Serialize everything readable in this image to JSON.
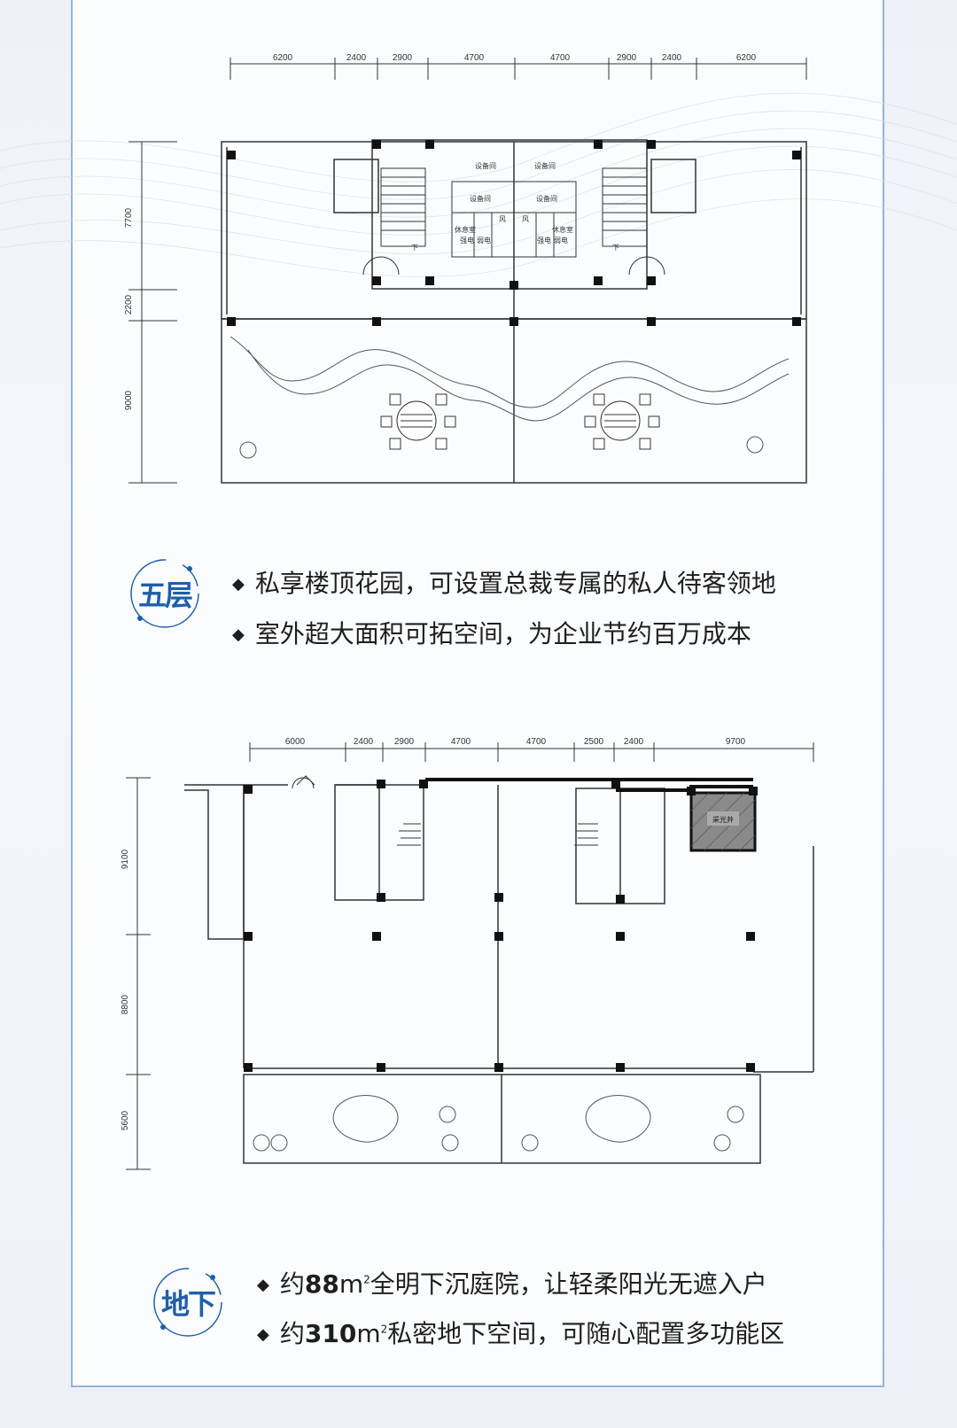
{
  "floor5": {
    "badge": "五层",
    "dims_top": [
      "6200",
      "2400",
      "2900",
      "4700",
      "4700",
      "2900",
      "2400",
      "6200"
    ],
    "dims_left": [
      "7700",
      "2200",
      "9000"
    ],
    "room_labels": [
      "设备间",
      "设备间",
      "设备间",
      "设备间",
      "风",
      "风",
      "休息室",
      "休息室",
      "强电",
      "弱电",
      "强电",
      "弱电",
      "下",
      "下"
    ],
    "bullets": [
      "私享楼顶花园，可设置总裁专属的私人待客领地",
      "室外超大面积可拓空间，为企业节约百万成本"
    ]
  },
  "basement": {
    "badge": "地下",
    "dims_top": [
      "6000",
      "2400",
      "2900",
      "4700",
      "4700",
      "2500",
      "2400",
      "9700"
    ],
    "dims_left": [
      "9100",
      "8800",
      "5600"
    ],
    "room_label": "采光井",
    "bullet1": {
      "pre": "约",
      "num": "88",
      "unit": "m",
      "sup": "2",
      "post": "全明下沉庭院，让轻柔阳光无遮入户"
    },
    "bullet2": {
      "pre": "约",
      "num": "310",
      "unit": "m",
      "sup": "2",
      "post": "私密地下空间，可随心配置多功能区"
    }
  },
  "colors": {
    "accent": "#1f5fa8",
    "frame": "#93b4d8"
  }
}
